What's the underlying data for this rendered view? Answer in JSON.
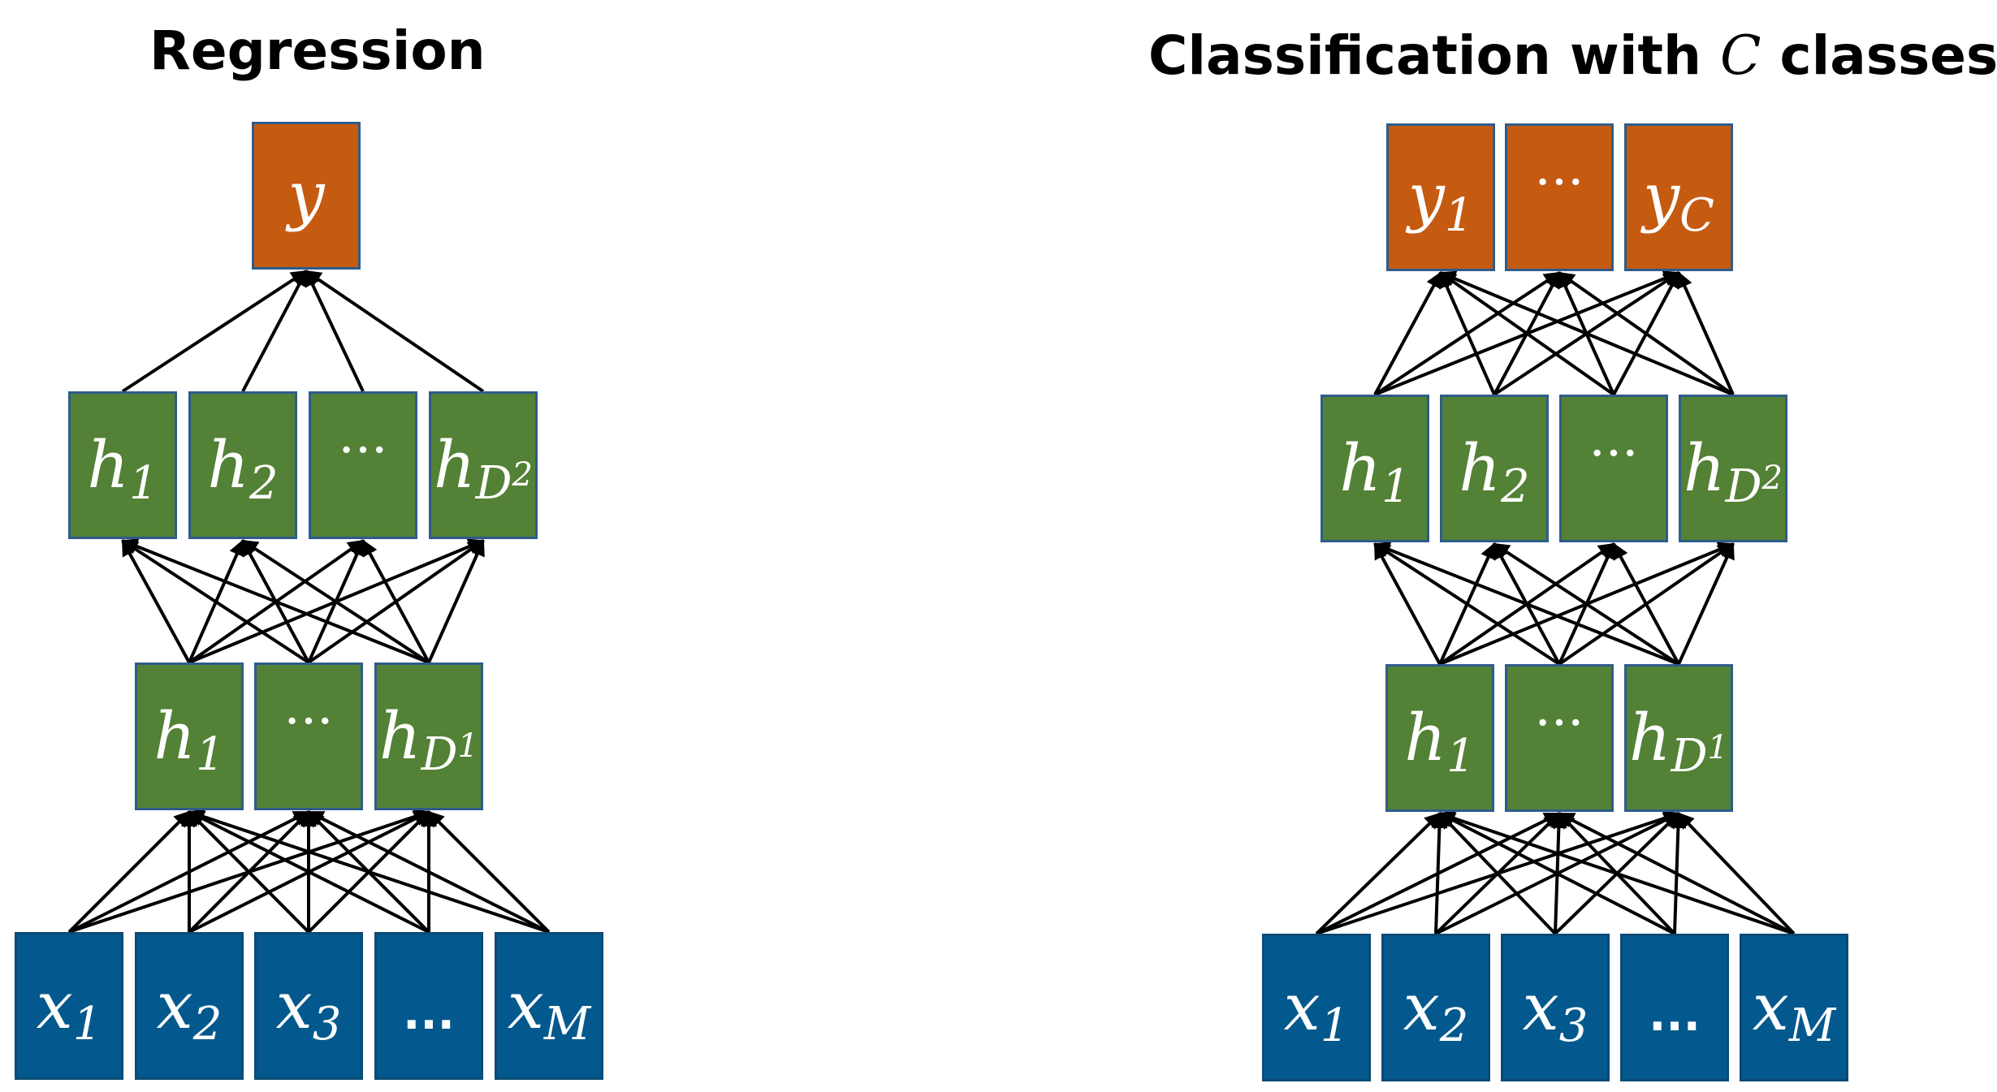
{
  "diagrams": [
    {
      "title_prefix": "Regression",
      "title_var": "",
      "title_suffix": "",
      "output_layer": [
        {
          "main": "y",
          "sub": "",
          "sub2": ""
        }
      ],
      "hidden_layer_2": [
        {
          "main": "h",
          "sub": "1",
          "sub2": ""
        },
        {
          "main": "h",
          "sub": "2",
          "sub2": ""
        },
        {
          "main": "···",
          "sub": "",
          "sub2": ""
        },
        {
          "main": "h",
          "sub": "D",
          "sub2": "2"
        }
      ],
      "hidden_layer_1": [
        {
          "main": "h",
          "sub": "1",
          "sub2": ""
        },
        {
          "main": "···",
          "sub": "",
          "sub2": ""
        },
        {
          "main": "h",
          "sub": "D",
          "sub2": "1"
        }
      ],
      "input_layer": [
        {
          "main": "x",
          "sub": "1",
          "sub2": ""
        },
        {
          "main": "x",
          "sub": "2",
          "sub2": ""
        },
        {
          "main": "x",
          "sub": "3",
          "sub2": ""
        },
        {
          "main": "...",
          "sub": "",
          "sub2": ""
        },
        {
          "main": "x",
          "sub": "M",
          "sub2": ""
        }
      ]
    },
    {
      "title_prefix": "Classification with ",
      "title_var": "C",
      "title_suffix": " classes",
      "output_layer": [
        {
          "main": "y",
          "sub": "1",
          "sub2": ""
        },
        {
          "main": "···",
          "sub": "",
          "sub2": ""
        },
        {
          "main": "y",
          "sub": "C",
          "sub2": ""
        }
      ],
      "hidden_layer_2": [
        {
          "main": "h",
          "sub": "1",
          "sub2": ""
        },
        {
          "main": "h",
          "sub": "2",
          "sub2": ""
        },
        {
          "main": "···",
          "sub": "",
          "sub2": ""
        },
        {
          "main": "h",
          "sub": "D",
          "sub2": "2"
        }
      ],
      "hidden_layer_1": [
        {
          "main": "h",
          "sub": "1",
          "sub2": ""
        },
        {
          "main": "···",
          "sub": "",
          "sub2": ""
        },
        {
          "main": "h",
          "sub": "D",
          "sub2": "1"
        }
      ],
      "input_layer": [
        {
          "main": "x",
          "sub": "1",
          "sub2": ""
        },
        {
          "main": "x",
          "sub": "2",
          "sub2": ""
        },
        {
          "main": "x",
          "sub": "3",
          "sub2": ""
        },
        {
          "main": "...",
          "sub": "",
          "sub2": ""
        },
        {
          "main": "x",
          "sub": "M",
          "sub2": ""
        }
      ]
    }
  ],
  "colors": {
    "input": "#03598E",
    "hidden": "#538135",
    "output": "#C55A11",
    "edge": "#000000"
  }
}
